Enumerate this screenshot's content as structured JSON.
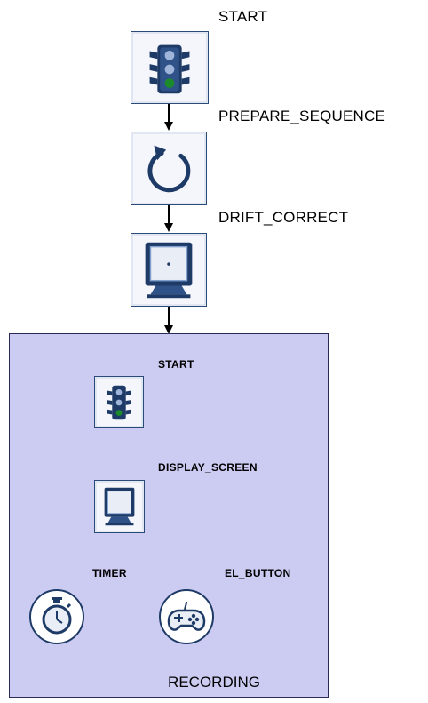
{
  "top_nodes": {
    "start": "START",
    "prepare_sequence": "PREPARE_SEQUENCE",
    "drift_correct": "DRIFT_CORRECT"
  },
  "sequence": {
    "name": "RECORDING",
    "nodes": {
      "start": "START",
      "display_screen": "DISPLAY_SCREEN",
      "timer": "TIMER",
      "el_button": "EL_BUTTON"
    }
  },
  "icons": {
    "start": "traffic-light-icon",
    "prepare_sequence": "refresh-icon",
    "drift_correct": "monitor-target-icon",
    "display_screen": "monitor-icon",
    "timer": "stopwatch-icon",
    "el_button": "gamepad-icon"
  },
  "colors": {
    "sequence_fill": "#ccccf3",
    "icon_dark": "#1e3a66",
    "icon_light": "#7fa0cf"
  }
}
